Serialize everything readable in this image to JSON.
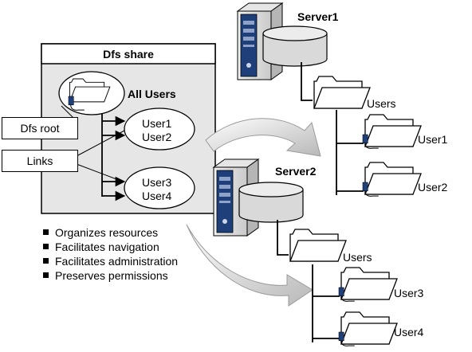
{
  "dfs_share": {
    "title": "Dfs share",
    "root_name": "All Users",
    "link_group_1": [
      "User1",
      "User2"
    ],
    "link_group_2": [
      "User3",
      "User4"
    ]
  },
  "callouts": {
    "root": "Dfs root",
    "links": "Links"
  },
  "features": [
    "Organizes resources",
    "Facilitates navigation",
    "Facilitates administration",
    "Preserves permissions"
  ],
  "server1": {
    "name": "Server1",
    "share_folder": "Users",
    "subfolders": [
      "User1",
      "User2"
    ]
  },
  "server2": {
    "name": "Server2",
    "share_folder": "Users",
    "subfolders": [
      "User3",
      "User4"
    ]
  },
  "colors": {
    "panel_bg": "#e6e6e6",
    "server_dark": "#1f3f7a",
    "disk": "#d9d9d9",
    "arrow": "#cfcfcf"
  }
}
